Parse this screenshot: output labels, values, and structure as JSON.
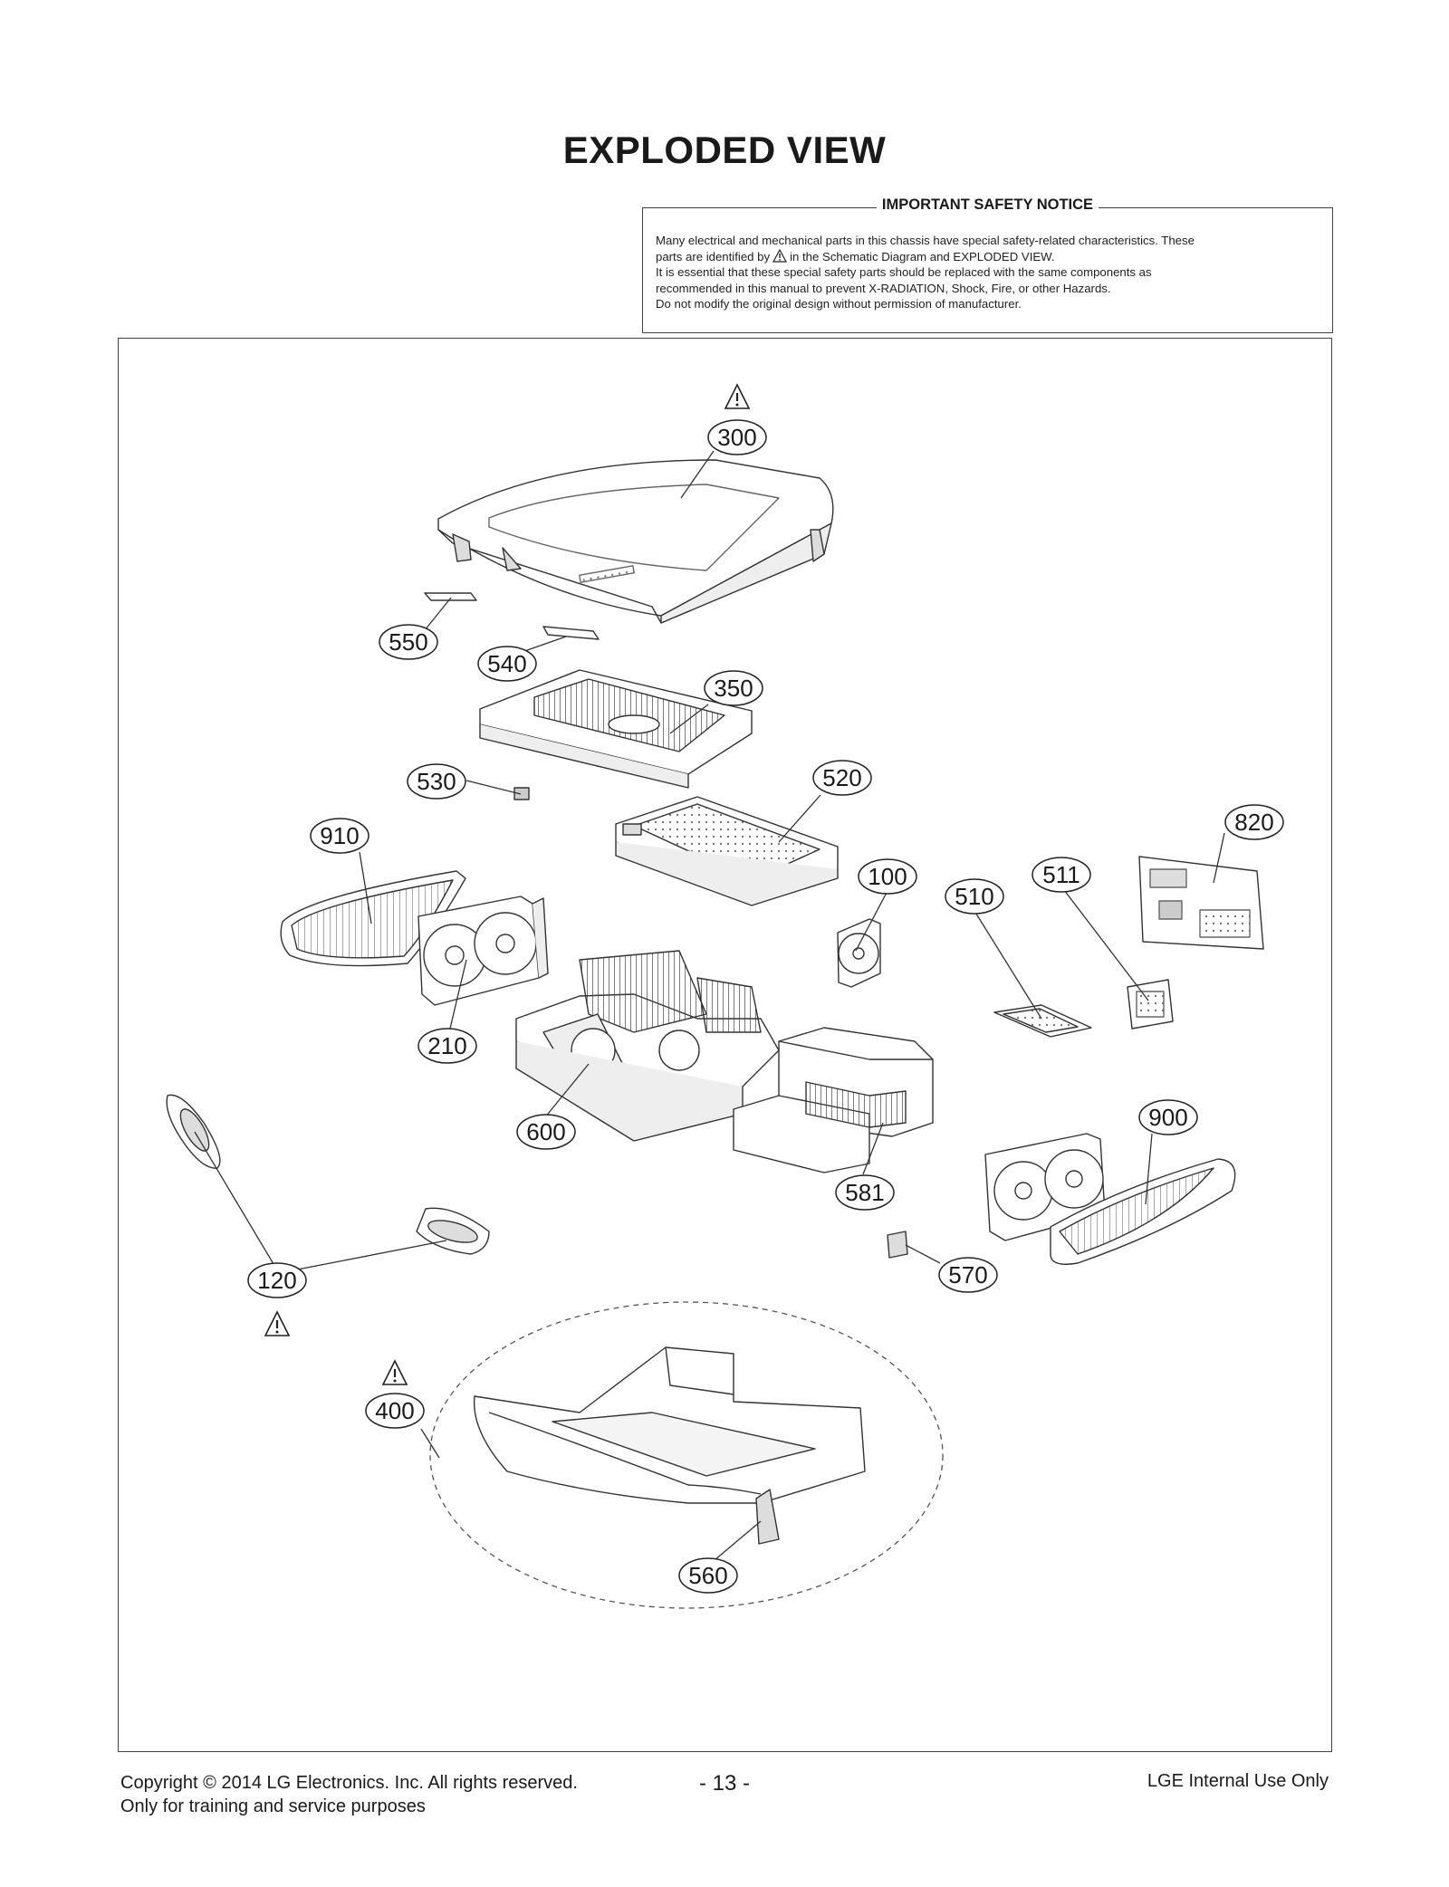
{
  "title": "EXPLODED VIEW",
  "notice": {
    "title": "IMPORTANT SAFETY NOTICE",
    "line1": "Many electrical and mechanical parts in this chassis have special safety-related characteristics. These",
    "line2_pre": "parts are identified by",
    "line2_post": "in the Schematic Diagram and EXPLODED VIEW.",
    "line3": "It is essential that these special safety parts should be replaced with the same components as",
    "line4": "recommended in this manual to prevent X-RADIATION, Shock, Fire, or other Hazards.",
    "line5": "Do not modify the original design without permission of manufacturer."
  },
  "callouts": [
    {
      "id": "300",
      "label": "300",
      "safety": true
    },
    {
      "id": "550",
      "label": "550",
      "safety": false
    },
    {
      "id": "540",
      "label": "540",
      "safety": false
    },
    {
      "id": "350",
      "label": "350",
      "safety": false
    },
    {
      "id": "530",
      "label": "530",
      "safety": false
    },
    {
      "id": "520",
      "label": "520",
      "safety": false
    },
    {
      "id": "910",
      "label": "910",
      "safety": false
    },
    {
      "id": "820",
      "label": "820",
      "safety": false
    },
    {
      "id": "100",
      "label": "100",
      "safety": false
    },
    {
      "id": "511",
      "label": "511",
      "safety": false
    },
    {
      "id": "510",
      "label": "510",
      "safety": false
    },
    {
      "id": "210",
      "label": "210",
      "safety": false
    },
    {
      "id": "900",
      "label": "900",
      "safety": false
    },
    {
      "id": "600",
      "label": "600",
      "safety": false
    },
    {
      "id": "581",
      "label": "581",
      "safety": false
    },
    {
      "id": "570",
      "label": "570",
      "safety": false
    },
    {
      "id": "120",
      "label": "120",
      "safety": true
    },
    {
      "id": "400",
      "label": "400",
      "safety": true
    },
    {
      "id": "560",
      "label": "560",
      "safety": false
    }
  ],
  "footer": {
    "copyright": "Copyright  © 2014  LG Electronics. Inc. All rights reserved.",
    "training": "Only for training and service purposes",
    "page": "- 13 -",
    "internal": "LGE Internal Use Only"
  }
}
